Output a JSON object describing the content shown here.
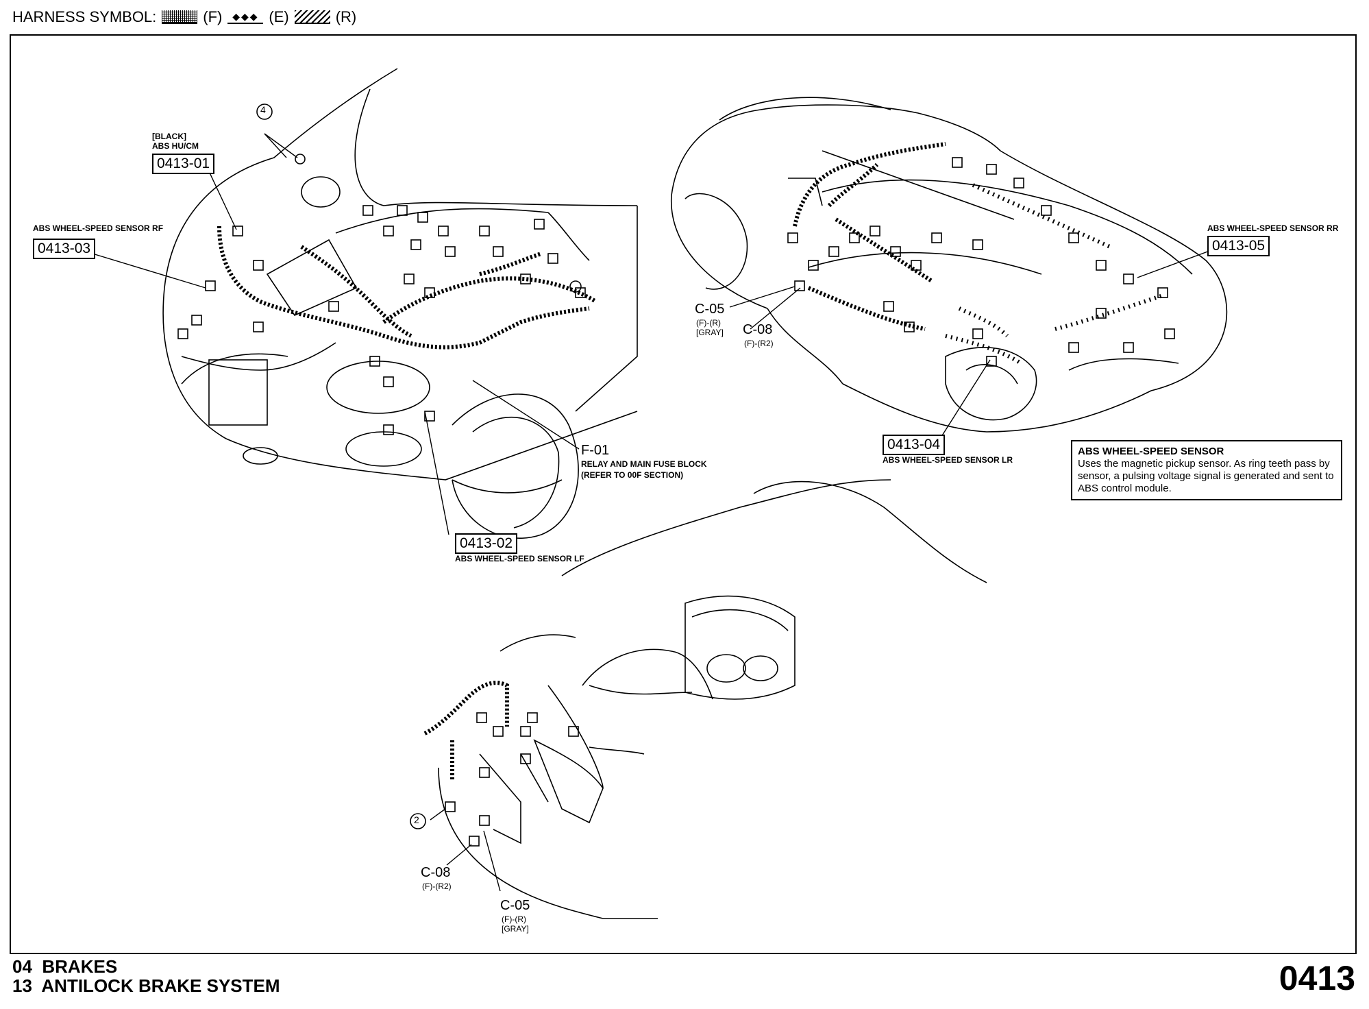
{
  "legend": {
    "label": "HARNESS SYMBOL:",
    "f": "(F)",
    "e_symbol": "◆◆◆",
    "e": "(E)",
    "r": "(R)"
  },
  "callouts": {
    "c0413_01": {
      "id": "0413-01",
      "line1": "[BLACK]",
      "line2": "ABS HU/CM"
    },
    "c0413_03": {
      "id": "0413-03",
      "label": "ABS WHEEL-SPEED SENSOR RF"
    },
    "c0413_05": {
      "id": "0413-05",
      "label": "ABS WHEEL-SPEED SENSOR RR"
    },
    "c0413_04": {
      "id": "0413-04",
      "label": "ABS WHEEL-SPEED SENSOR LR"
    },
    "c0413_02": {
      "id": "0413-02",
      "label": "ABS WHEEL-SPEED SENSOR LF"
    },
    "f01": {
      "id": "F-01",
      "line1": "RELAY AND MAIN FUSE BLOCK",
      "line2": "(REFER TO 00F SECTION)"
    }
  },
  "connectors": {
    "c05_top": {
      "id": "C-05",
      "line1": "(F)-(R)",
      "line2": "[GRAY]"
    },
    "c08_top": {
      "id": "C-08",
      "line1": "(F)-(R2)"
    },
    "c08_bottom": {
      "id": "C-08",
      "line1": "(F)-(R2)"
    },
    "c05_bottom": {
      "id": "C-05",
      "line1": "(F)-(R)",
      "line2": "[GRAY]"
    }
  },
  "ground_marks": {
    "g4": "4",
    "g2": "2"
  },
  "note": {
    "title": "ABS WHEEL-SPEED SENSOR",
    "body": "Uses the magnetic pickup sensor. As ring teeth pass by sensor, a pulsing voltage signal is generated and sent to ABS control module."
  },
  "footer": {
    "line1": "04  BRAKES",
    "line2": "13  ANTILOCK BRAKE SYSTEM",
    "page": "0413"
  }
}
